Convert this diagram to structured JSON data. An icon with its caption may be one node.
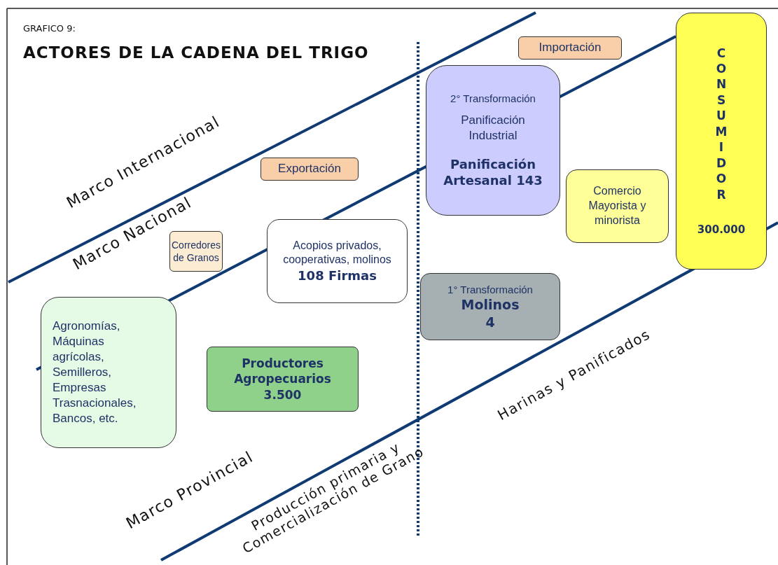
{
  "diagram": {
    "title": "ACTORES DE LA CADENA DEL TRIGO",
    "nodes": [
      {
        "text": [
          "Importación"
        ]
      },
      {
        "text": [
          "2° Transformación",
          "Panificación Industrial",
          "Panificación Artesanal 143"
        ]
      },
      {
        "text": [
          "Exportación"
        ]
      },
      {
        "text": [
          "Comercio Mayorista y minorista"
        ]
      },
      {
        "text": [
          "CONSUMIDOR",
          "300.000"
        ]
      },
      {
        "text": [
          "Corredores de Granos"
        ]
      },
      {
        "text": [
          "Acopios privados, cooperativas, molinos",
          "108 Firmas"
        ]
      },
      {
        "text": [
          "1° Transformación",
          "Molinos 4"
        ]
      },
      {
        "text": [
          "Agronomías, Máquinas agrícolas, Semilleros, Empresas Trasnacionales, Bancos, etc."
        ]
      },
      {
        "text": [
          "Productores Agropecuarios 3.500"
        ]
      }
    ],
    "edges": [],
    "labels": [
      "GRAFICO 9:",
      "Marco Internacional",
      "Marco Nacional",
      "Marco Provincial",
      "Producción primaria y Comercialización de Grano",
      "Harinas y Panificados"
    ]
  }
}
